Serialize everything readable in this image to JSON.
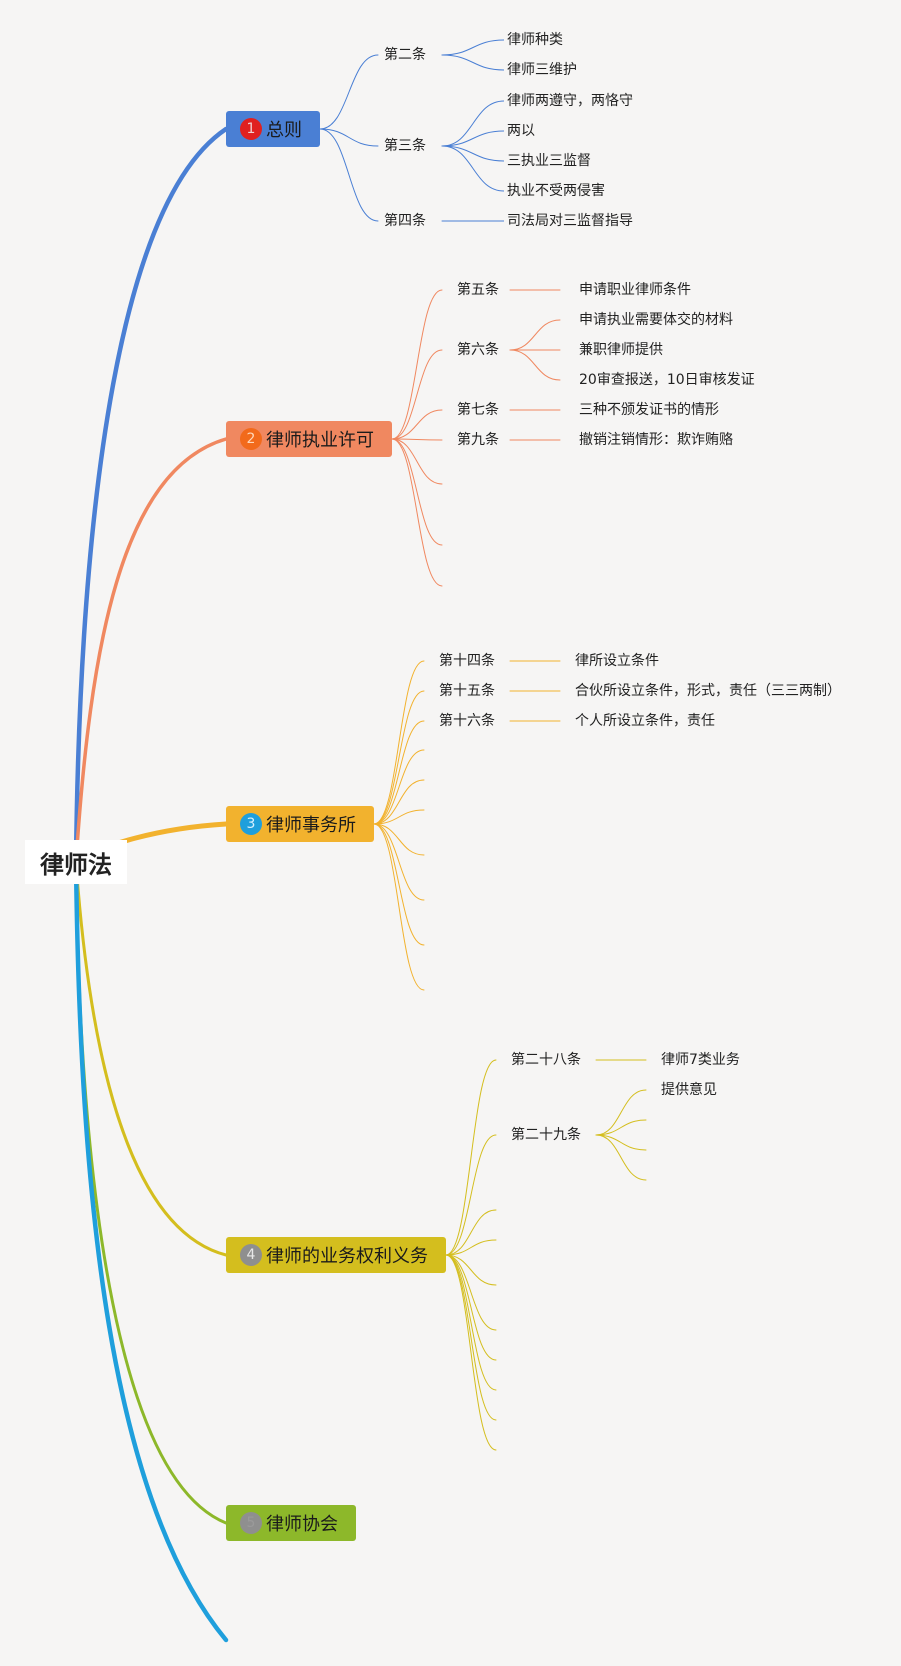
{
  "root": {
    "label": "律师法"
  },
  "colors": {
    "general": "#4a7fd4",
    "license": "#f08860",
    "firm": "#f2b22e",
    "duties": "#d4be1e",
    "association": "#8db82a",
    "extra": "#1f9fdc",
    "badge_general": "#e02020",
    "badge_license": "#f26a1b",
    "badge_firm": "#1f9fdc",
    "badge_duties": "#8f8f8f",
    "badge_association": "#8f8f8f"
  },
  "branches": {
    "general": {
      "badge": "1",
      "label": "总则",
      "art2": {
        "label": "第二条",
        "items": [
          "律师种类",
          "律师三维护"
        ]
      },
      "art3": {
        "label": "第三条",
        "items": [
          "律师两遵守，两恪守",
          "两以",
          "三执业三监督",
          "执业不受两侵害"
        ]
      },
      "art4": {
        "label": "第四条",
        "items": [
          "司法局对三监督指导"
        ]
      }
    },
    "license": {
      "badge": "2",
      "label": "律师执业许可",
      "art5": {
        "label": "第五条",
        "items": [
          "申请职业律师条件"
        ]
      },
      "art6": {
        "label": "第六条",
        "items": [
          "申请执业需要体交的材料",
          "兼职律师提供",
          "20审查报送，10日审核发证"
        ]
      },
      "art7": {
        "label": "第七条",
        "items": [
          "三种不颁发证书的情形"
        ]
      },
      "art9": {
        "label": "第九条",
        "items": [
          "撤销注销情形：欺诈贿赂"
        ]
      }
    },
    "firm": {
      "badge": "3",
      "label": "律师事务所",
      "art14": {
        "label": "第十四条",
        "items": [
          "律所设立条件"
        ]
      },
      "art15": {
        "label": "第十五条",
        "items": [
          "合伙所设立条件，形式，责任（三三两制）"
        ]
      },
      "art16": {
        "label": "第十六条",
        "items": [
          "个人所设立条件，责任"
        ]
      }
    },
    "duties": {
      "badge": "4",
      "label": "律师的业务权利义务",
      "art28": {
        "label": "第二十八条",
        "items": [
          "律师7类业务"
        ]
      },
      "art29": {
        "label": "第二十九条",
        "items": [
          "提供意见"
        ]
      }
    },
    "association": {
      "badge": "5",
      "label": "律师协会"
    }
  }
}
